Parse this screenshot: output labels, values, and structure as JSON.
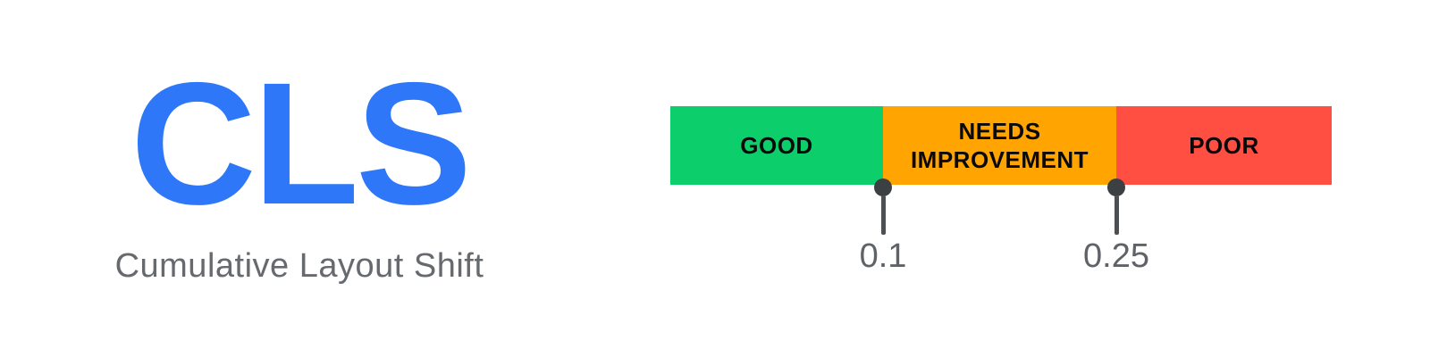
{
  "metric": {
    "abbreviation": "CLS",
    "full_name": "Cumulative Layout Shift"
  },
  "colors": {
    "metric_blue": "#2e77f8",
    "subtitle_gray": "#66696d",
    "bar_label_black": "#0a0a0a",
    "good_green": "#0cce6b",
    "needs_improvement_orange": "#ffa400",
    "poor_red": "#ff4e42",
    "marker_dot_dark": "#3c4043",
    "marker_stem_gray": "#4d5053",
    "threshold_text_gray": "#5f6368"
  },
  "scale": {
    "segments": [
      {
        "id": "good",
        "label": "GOOD",
        "color": "#0cce6b"
      },
      {
        "id": "needs-improvement",
        "label": "NEEDS IMPROVEMENT",
        "color": "#ffa400"
      },
      {
        "id": "poor",
        "label": "POOR",
        "color": "#ff4e42"
      }
    ],
    "thresholds": [
      {
        "value": "0.1"
      },
      {
        "value": "0.25"
      }
    ]
  }
}
